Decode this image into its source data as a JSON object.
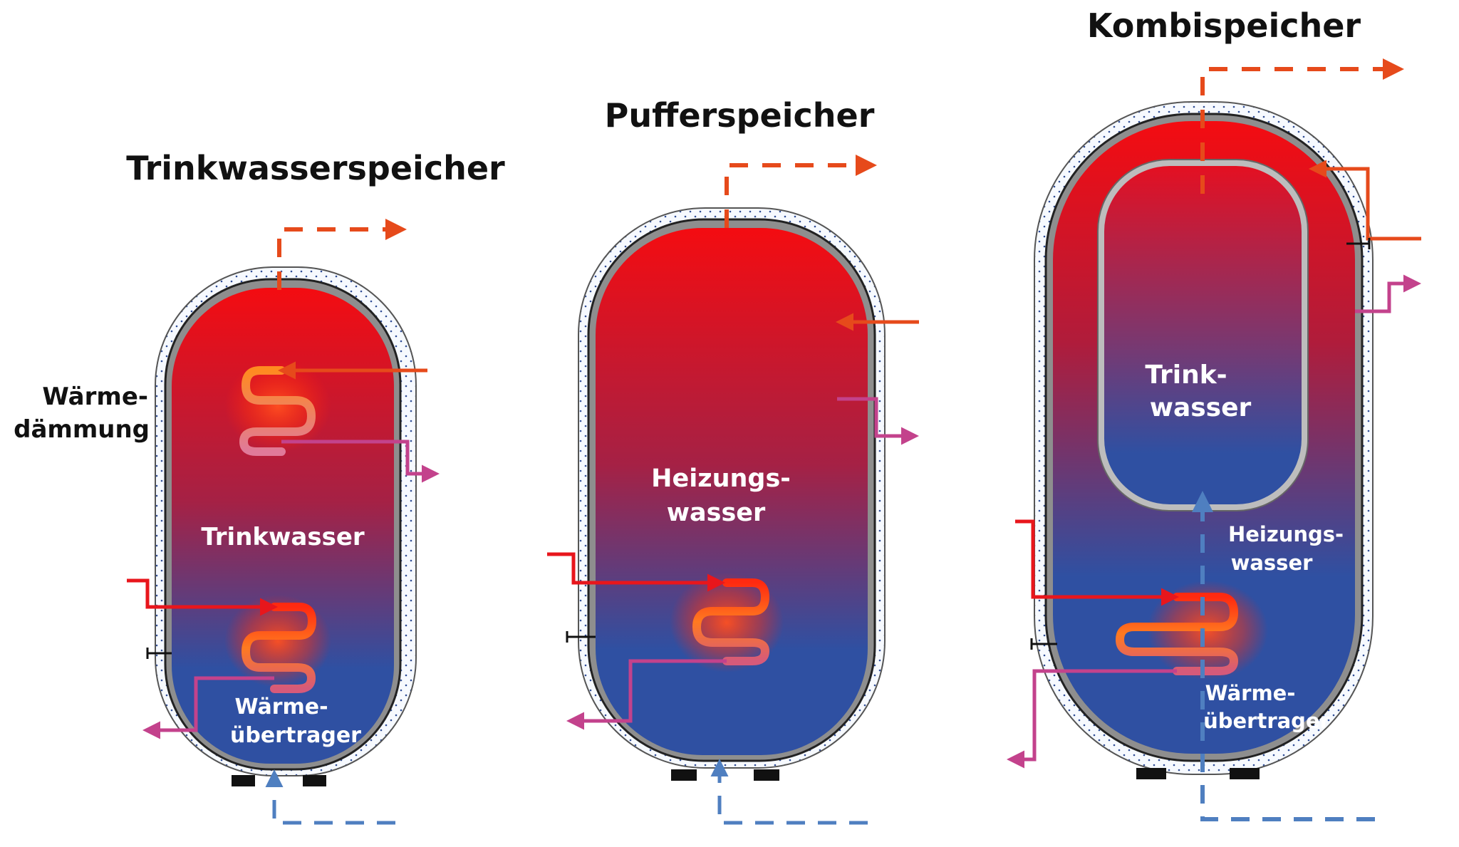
{
  "titles": {
    "trinkwasserspeicher": "Trinkwasserspeicher",
    "pufferspeicher": "Pufferspeicher",
    "kombispeicher": "Kombispeicher"
  },
  "labels": {
    "insulation_line1": "Wärme-",
    "insulation_line2": "dämmung",
    "tank1_content": "Trinkwasser",
    "tank1_hx_line1": "Wärme-",
    "tank1_hx_line2": "übertrager",
    "tank2_content_line1": "Heizungs-",
    "tank2_content_line2": "wasser",
    "tank3_inner_line1": "Trink-",
    "tank3_inner_line2": "wasser",
    "tank3_outer_line1": "Heizungs-",
    "tank3_outer_line2": "wasser",
    "tank3_hx_line1": "Wärme-",
    "tank3_hx_line2": "übertrager"
  },
  "colors": {
    "hot": "#f20a10",
    "cold": "#2f50a2",
    "hot_pipe": "#e64a1b",
    "cold_pipe": "#4f7fc0",
    "return_pipe": "#c3428c",
    "supply_pipe": "#e8161c",
    "coil": "#ff6a10"
  }
}
